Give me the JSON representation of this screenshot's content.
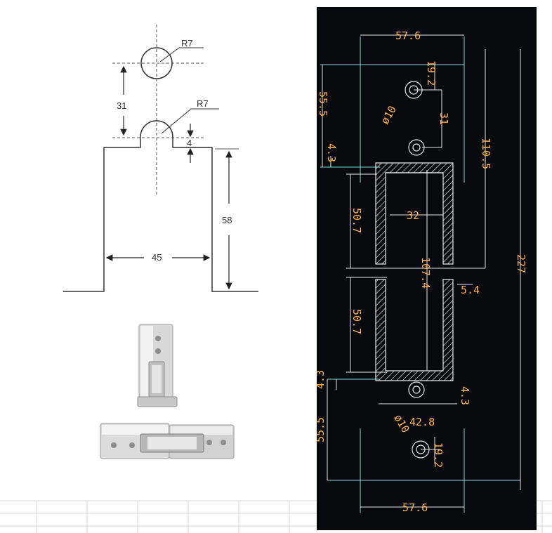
{
  "left_drawing": {
    "labels": {
      "radius_top": "R7",
      "radius_notch": "R7",
      "dim_31": "31",
      "dim_4": "4",
      "dim_58": "58",
      "dim_45": "45"
    }
  },
  "cad_drawing": {
    "labels": {
      "top_width": "57.6",
      "bottom_width": "57.6",
      "d19_top": "19.2",
      "d19_bottom": "19.2",
      "phi_top": "ø10",
      "phi_bottom": "ø10",
      "d31": "31",
      "d555_top": "55.5",
      "d555_bottom": "55.5",
      "d43_top": "4.3",
      "d43_bl": "4.3",
      "d43_br": "4.3",
      "d1105": "110.5",
      "d227": "227",
      "d507_top": "50.7",
      "d507_bottom": "50.7",
      "d32": "32",
      "d1074": "107.4",
      "d54": "5.4",
      "d428": "42.8"
    }
  },
  "colors": {
    "cad_background": "#07090d",
    "cad_text": "#ffb24a",
    "cad_line": "#e8e8e8",
    "cad_extension": "#7fd6d6"
  }
}
